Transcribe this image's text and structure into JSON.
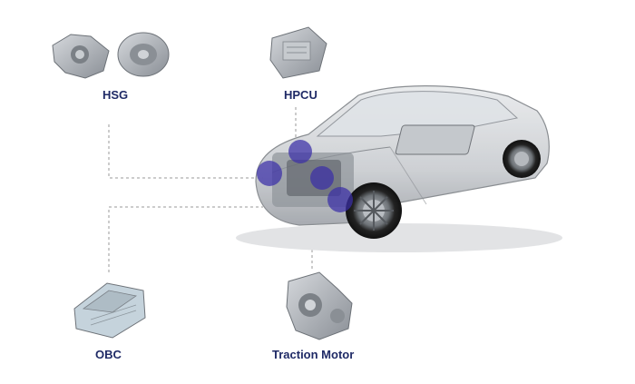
{
  "labels": {
    "hsg": "HSG",
    "hpcu": "HPCU",
    "obc": "OBC",
    "traction_motor": "Traction Motor"
  },
  "colors": {
    "label_text": "#1f2a66",
    "highlight": "#3b2fa8",
    "connector": "#9a9a9a",
    "car_body": "#cfd2d6",
    "part_metal": "#a7acb2"
  },
  "icons": {
    "hsg": "hsg-housing-icon",
    "hpcu": "power-control-unit-icon",
    "obc": "onboard-charger-icon",
    "traction_motor": "motor-housing-icon"
  }
}
